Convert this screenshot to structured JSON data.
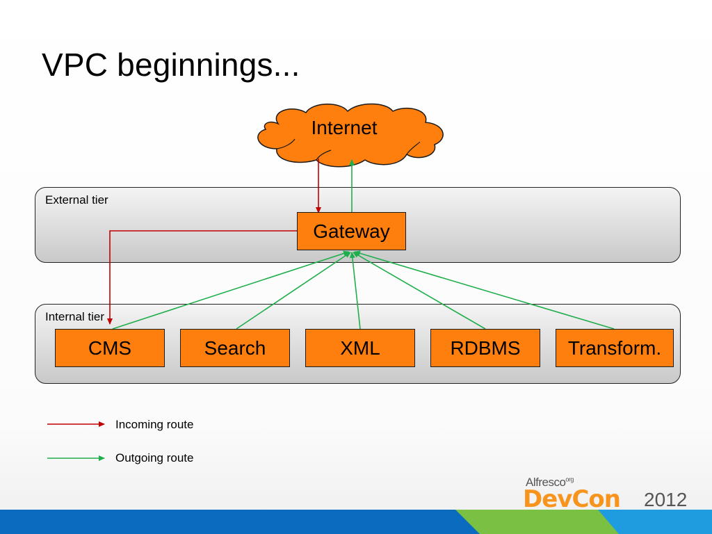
{
  "slide": {
    "title": "VPC beginnings..."
  },
  "diagram": {
    "cloud_label": "Internet",
    "tiers": {
      "external": "External tier",
      "internal": "Internal tier"
    },
    "gateway": "Gateway",
    "services": [
      "CMS",
      "Search",
      "XML",
      "RDBMS",
      "Transform."
    ]
  },
  "legend": {
    "incoming": "Incoming route",
    "outgoing": "Outgoing route"
  },
  "colors": {
    "node_fill": "#ff7f0e",
    "incoming_route": "#c00000",
    "outgoing_route": "#1fae4b",
    "footer_blue": "#0b6cbf",
    "footer_green": "#7ac143",
    "brand_orange": "#f7941d"
  },
  "branding": {
    "org": "Alfresco",
    "org_suffix": "org",
    "event": "DevCon",
    "year": "2012"
  }
}
